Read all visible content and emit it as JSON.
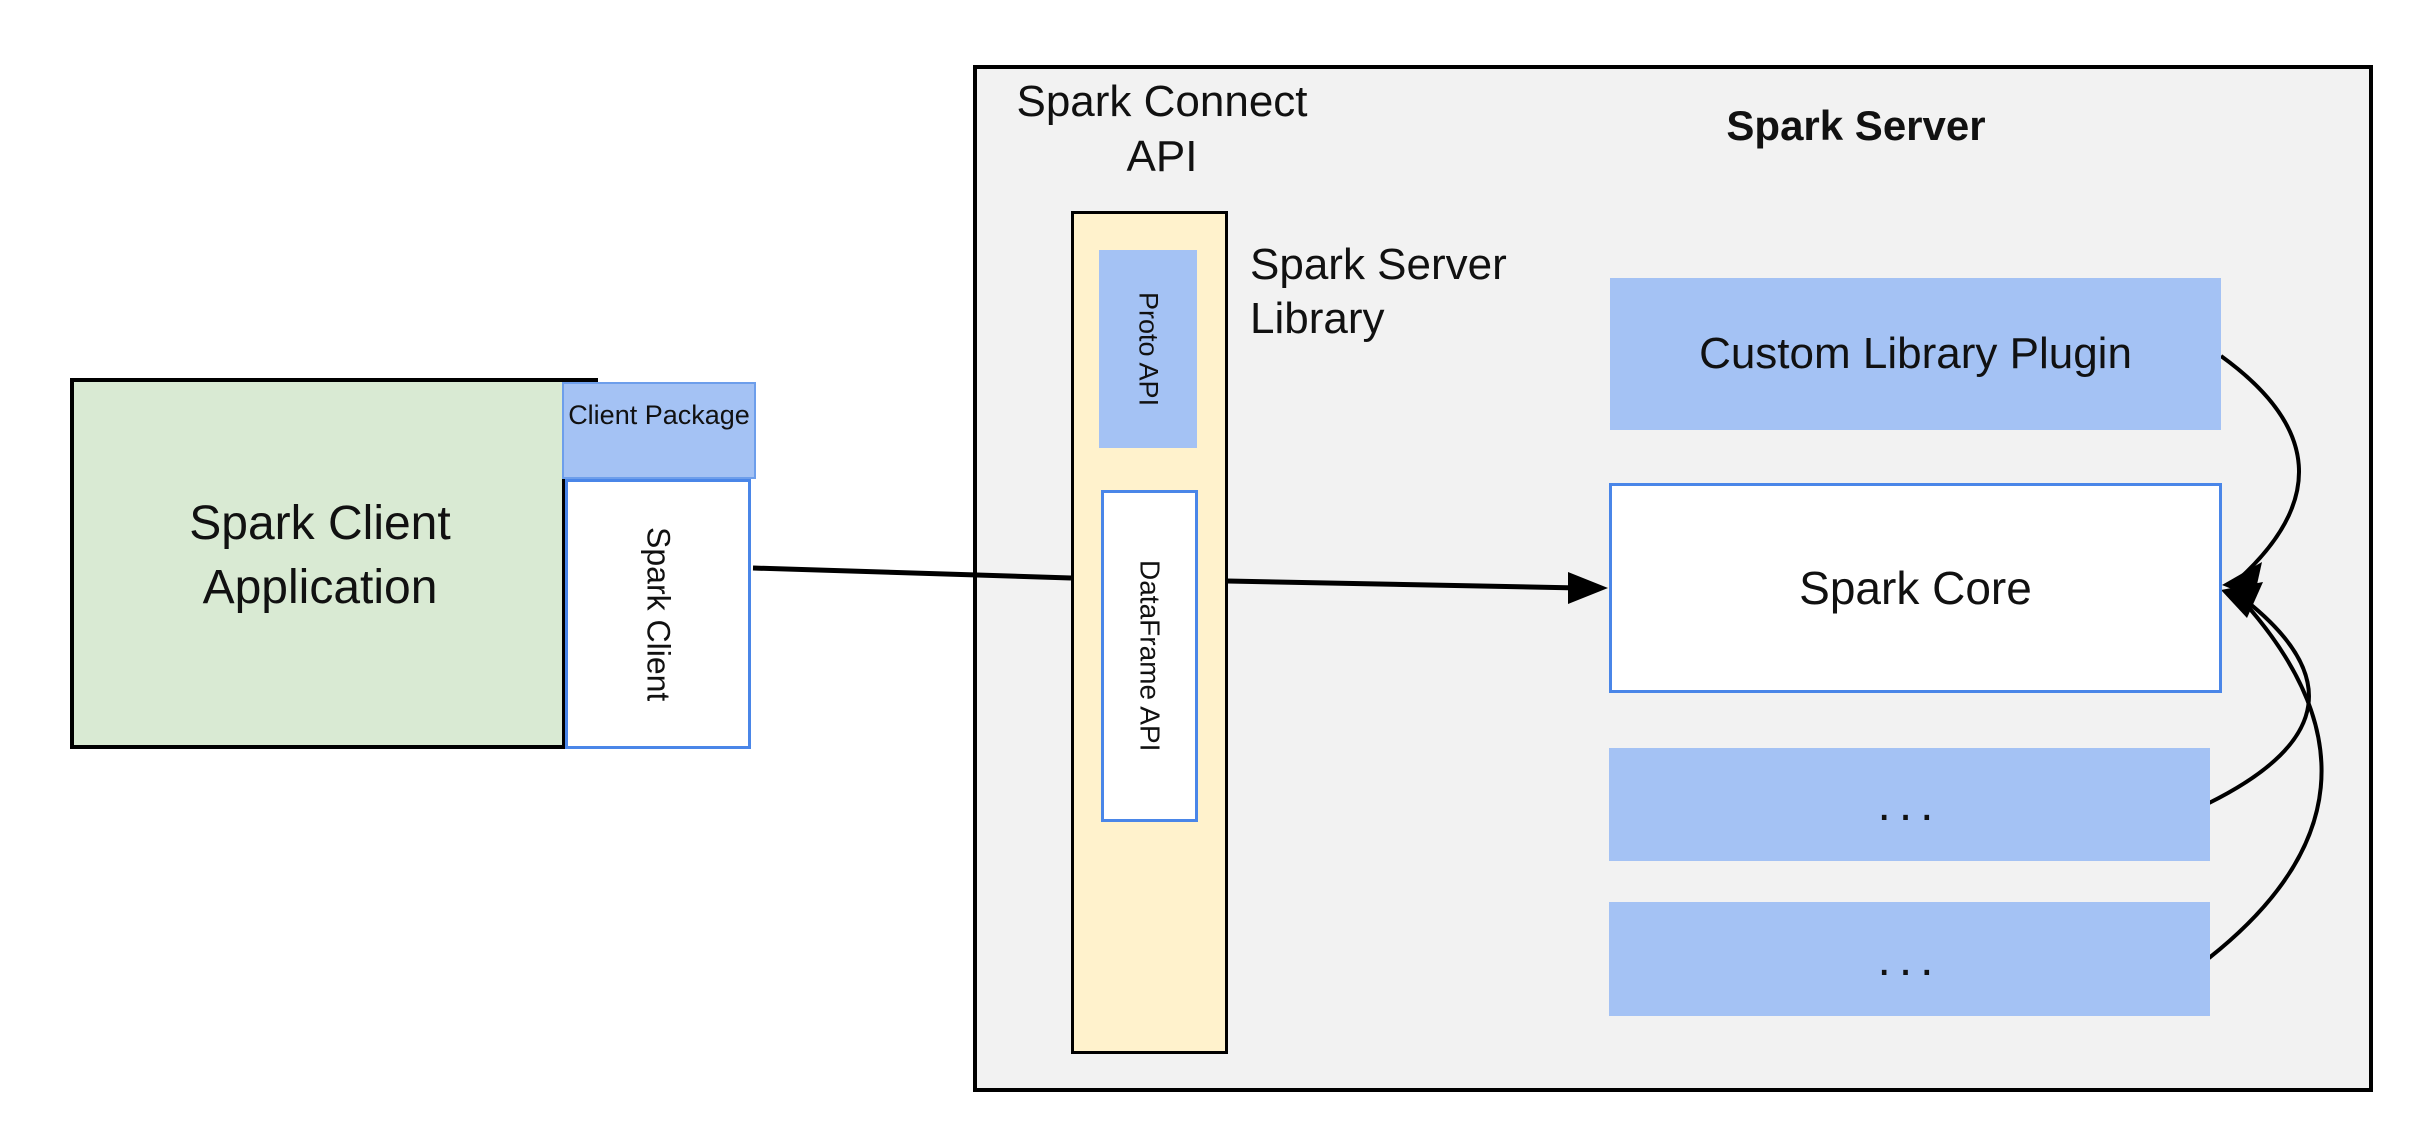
{
  "diagram": {
    "client": {
      "application_label": "Spark Client Application",
      "package_label": "Client Package",
      "spark_client_label": "Spark Client"
    },
    "spark_connect": {
      "api_label": "Spark Connect API",
      "proto_api_label": "Proto API",
      "dataframe_api_label": "DataFrame API",
      "server_library_label": "Spark Server Library"
    },
    "spark_server": {
      "title": "Spark Server",
      "custom_plugin_label": "Custom Library Plugin",
      "core_label": "Spark Core",
      "extension_box_1_label": "...",
      "extension_box_2_label": "..."
    },
    "colors": {
      "background": "#ffffff",
      "panel_gray": "#f2f2f2",
      "client_green": "#d9ead3",
      "accent_blue_fill": "#a4c2f4",
      "accent_blue_border": "#4a86e8",
      "bar_yellow": "#fff2cc",
      "connector_black": "#000000"
    }
  }
}
